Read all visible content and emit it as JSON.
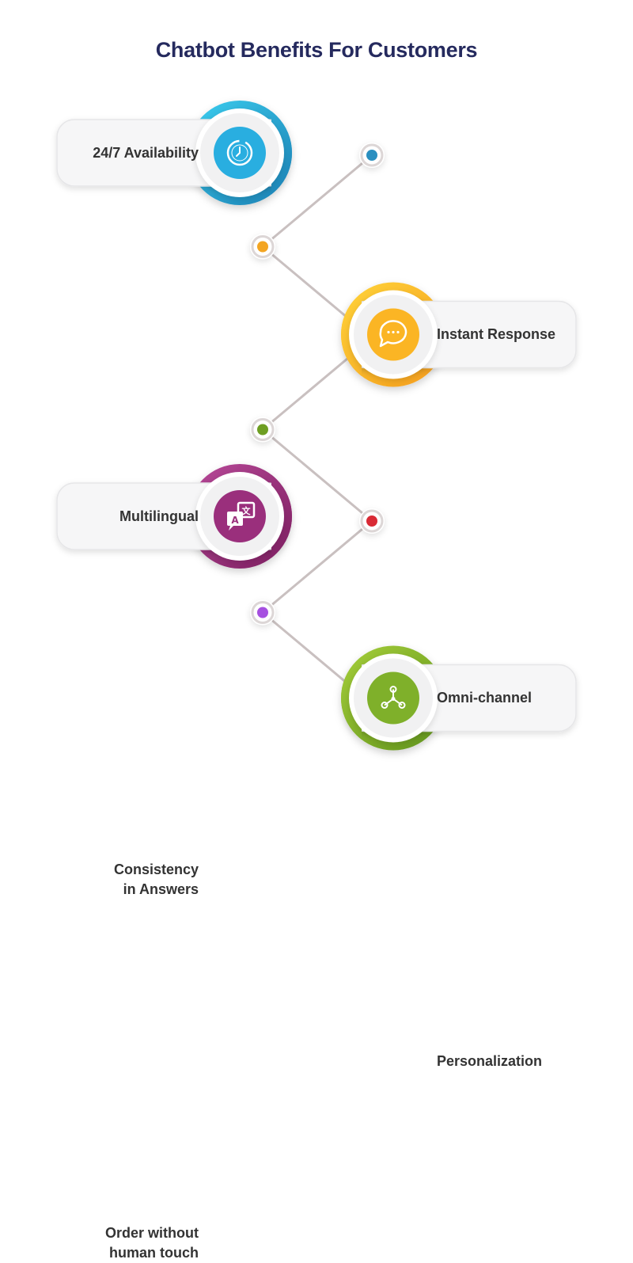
{
  "title": "Chatbot Benefits For Customers",
  "items": [
    {
      "label": "24/7 Availability",
      "side": "left",
      "icon": "clock-icon",
      "color_light": "#3ccff0",
      "color_dark": "#1a7fb3",
      "icon_bg": "#29aee0",
      "dot": "#2a8fc0"
    },
    {
      "label": "Instant Response",
      "side": "right",
      "icon": "chat-bubble-icon",
      "color_light": "#ffd43a",
      "color_dark": "#f59b1b",
      "icon_bg": "#fbb524",
      "dot": "#f3a522"
    },
    {
      "label": "Multilingual",
      "side": "left",
      "icon": "translate-icon",
      "color_light": "#b94a9a",
      "color_dark": "#7c1d5f",
      "icon_bg": "#9a2f7c",
      "dot": "#8c2670"
    },
    {
      "label": "Omni-channel",
      "side": "right",
      "icon": "network-icon",
      "color_light": "#a6cf3a",
      "color_dark": "#5f921b",
      "icon_bg": "#7fb02a",
      "dot": "#6e9e22"
    },
    {
      "label": "Consistency\nin Answers",
      "side": "left",
      "icon": "conversation-icon",
      "color_light": "#f04a52",
      "color_dark": "#c81d2c",
      "icon_bg": "#e2323e",
      "dot": "#d92a35"
    },
    {
      "label": "Personalization",
      "side": "right",
      "icon": "personalization-icon",
      "color_light": "#cd7cf0",
      "color_dark": "#8d3bd6",
      "icon_bg": "#b45ee6",
      "dot": "#a650e0"
    },
    {
      "label": "Order without\nhuman touch",
      "side": "left",
      "icon": "robot-icon",
      "color_light": "#a17cf7",
      "color_dark": "#6a28e6",
      "icon_bg": "#8a4ef0",
      "dot": "#7a3ce8"
    }
  ]
}
